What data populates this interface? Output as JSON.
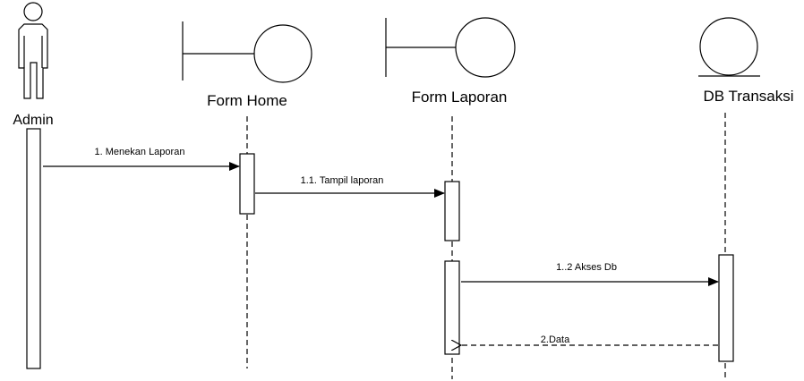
{
  "participants": {
    "admin": "Admin",
    "form_home": "Form Home",
    "form_laporan": "Form Laporan",
    "db_transaksi": "DB Transaksi"
  },
  "messages": {
    "m1": "1. Menekan Laporan",
    "m2": "1.1. Tampil laporan",
    "m3": "1..2 Akses Db",
    "m4": "2.Data"
  }
}
